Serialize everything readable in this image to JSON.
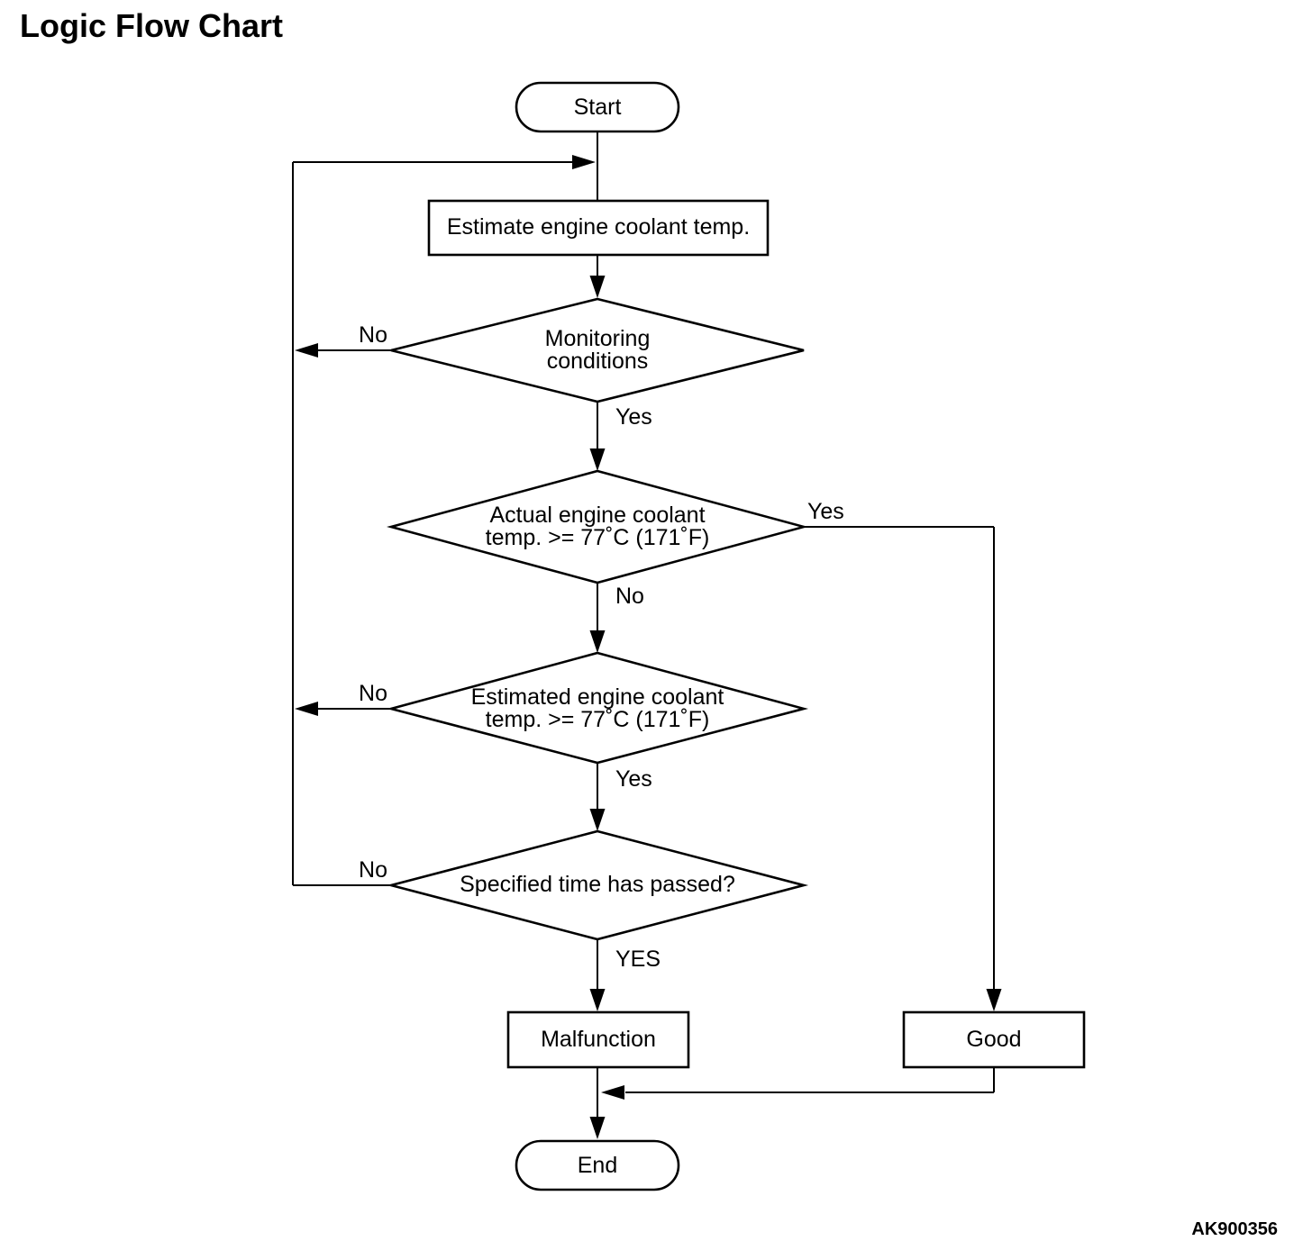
{
  "title": "Logic Flow Chart",
  "figure_code": "AK900356",
  "colors": {
    "line": "#000000",
    "background": "#ffffff"
  },
  "nodes": {
    "start": {
      "label": "Start",
      "type": "terminal"
    },
    "estimate": {
      "label": "Estimate engine coolant temp.",
      "type": "process"
    },
    "monitoring": {
      "line1": "Monitoring",
      "line2": "conditions",
      "type": "decision"
    },
    "actual_temp": {
      "line1": "Actual engine coolant",
      "line2": "temp. >= 77˚C (171˚F)",
      "type": "decision"
    },
    "estimated_temp": {
      "line1": "Estimated engine coolant",
      "line2": "temp. >= 77˚C (171˚F)",
      "type": "decision"
    },
    "specified_time": {
      "label": "Specified time has passed?",
      "type": "decision"
    },
    "malfunction": {
      "label": "Malfunction",
      "type": "process"
    },
    "good": {
      "label": "Good",
      "type": "process"
    },
    "end": {
      "label": "End",
      "type": "terminal"
    }
  },
  "edge_labels": {
    "monitoring_no": "No",
    "monitoring_yes": "Yes",
    "actual_yes": "Yes",
    "actual_no": "No",
    "estimated_no": "No",
    "estimated_yes": "Yes",
    "time_no": "No",
    "time_yes": "YES"
  }
}
